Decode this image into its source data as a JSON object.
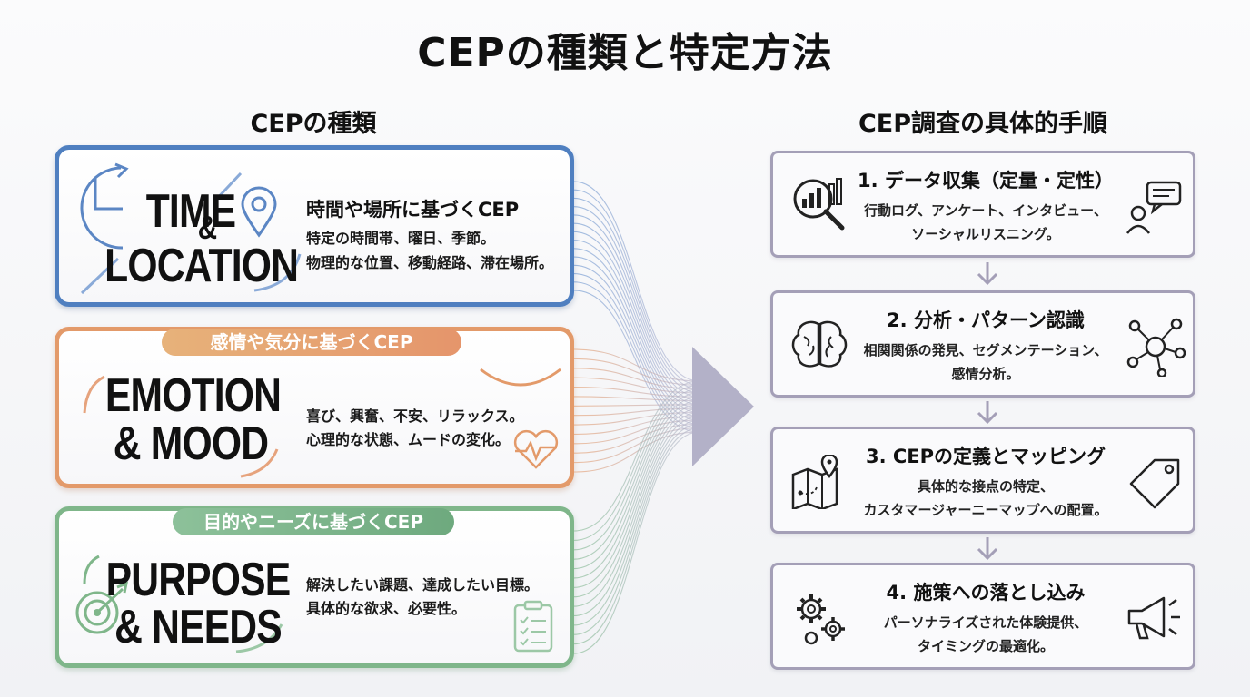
{
  "title": "CEPの種類と特定方法",
  "left": {
    "heading": "CEPの種類",
    "cards": [
      {
        "label_line1": "TIME",
        "amp": "&",
        "label_line2": "LOCATION",
        "desc_title": "時間や場所に基づくCEP",
        "desc_line1": "特定の時間帯、曜日、季節。",
        "desc_line2": "物理的な位置、移動経路、滞在場所。",
        "color": "#4f7fc0"
      },
      {
        "pill": "感情や気分に基づくCEP",
        "label_line1": "EMOTION",
        "label_line2": "& MOOD",
        "desc_line1": "喜び、興奮、不安、リラックス。",
        "desc_line2": "心理的な状態、ムードの変化。",
        "color": "#e39a6a"
      },
      {
        "pill": "目的やニーズに基づくCEP",
        "label_line1": "PURPOSE",
        "label_line2": "& NEEDS",
        "desc_line1": "解決したい課題、達成したい目標。",
        "desc_line2": "具体的な欲求、必要性。",
        "color": "#7fb68a"
      }
    ]
  },
  "right": {
    "heading": "CEP調査の具体的手順",
    "steps": [
      {
        "title": "1. データ収集（定量・定性）",
        "line1": "行動ログ、アンケート、インタビュー、",
        "line2": "ソーシャルリスニング。",
        "icon_left": "chart-magnifier-icon",
        "icon_right": "chat-person-icon"
      },
      {
        "title": "2. 分析・パターン認識",
        "line1": "相関関係の発見、セグメンテーション、",
        "line2": "感情分析。",
        "icon_left": "brain-icon",
        "icon_right": "network-icon"
      },
      {
        "title": "3. CEPの定義とマッピング",
        "line1": "具体的な接点の特定、",
        "line2": "カスタマージャーニーマップへの配置。",
        "icon_left": "map-pin-icon",
        "icon_right": "tag-icon"
      },
      {
        "title": "4. 施策への落とし込み",
        "line1": "パーソナライズされた体験提供、",
        "line2": "タイミングの最適化。",
        "icon_left": "gears-icon",
        "icon_right": "megaphone-icon"
      }
    ],
    "border_color": "#a49fb7"
  }
}
